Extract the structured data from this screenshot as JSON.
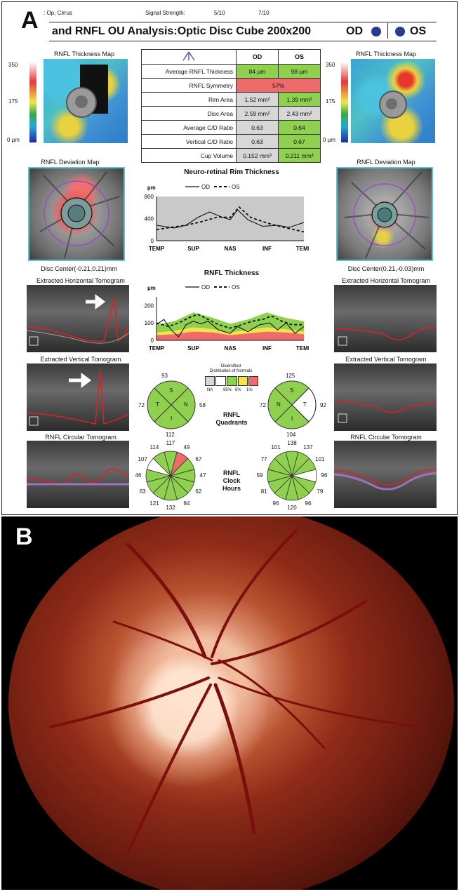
{
  "panel_a": {
    "letter": "A",
    "header": {
      "operator": ":  Op, Cirrus",
      "signal_label": "Signal Strength:",
      "signal_od": "5/10",
      "signal_os": "7/10",
      "title": "and RNFL OU Analysis:Optic Disc Cube 200x200",
      "od": "OD",
      "os": "OS"
    },
    "thickness_map": {
      "label": "RNFL Thickness Map",
      "scale_top": "350",
      "scale_mid": "175",
      "scale_bot": "0 µm"
    },
    "table": {
      "col_od": "OD",
      "col_os": "OS",
      "rows": [
        {
          "label": "Average RNFL Thickness",
          "od": "84 µm",
          "os": "98 µm"
        },
        {
          "label": "RNFL Symmetry",
          "both": "57%"
        },
        {
          "label": "Rim Area",
          "od": "1.52 mm²",
          "os": "1.39 mm²"
        },
        {
          "label": "Disc Area",
          "od": "2.59 mm²",
          "os": "2.43 mm²"
        },
        {
          "label": "Average C/D Ratio",
          "od": "0.63",
          "os": "0.64"
        },
        {
          "label": "Vertical C/D Ratio",
          "od": "0.63",
          "os": "0.67"
        },
        {
          "label": "Cup Volume",
          "od": "0.152 mm³",
          "os": "0.211 mm³"
        }
      ]
    },
    "deviation_map": {
      "label": "RNFL Deviation Map",
      "od_center": "Disc Center(-0.21,0.21)mm",
      "os_center": "Disc Center(0.21,-0.03)mm"
    },
    "rim_chart": {
      "title": "Neuro-retinal Rim Thickness",
      "unit": "µm",
      "legend_od": "OD",
      "legend_os": "OS",
      "yticks": [
        "800",
        "400",
        "0"
      ],
      "xticks": [
        "TEMP",
        "SUP",
        "NAS",
        "INF",
        "TEMP"
      ]
    },
    "rnfl_chart": {
      "title": "RNFL Thickness",
      "unit": "µm",
      "legend_od": "OD",
      "legend_os": "OS",
      "yticks": [
        "200",
        "100",
        "0"
      ],
      "xticks": [
        "TEMP",
        "SUP",
        "NAS",
        "INF",
        "TEMP"
      ]
    },
    "tomograms": {
      "horizontal": "Extracted Horizontal Tomogram",
      "vertical": "Extracted Vertical Tomogram",
      "circular": "RNFL Circular Tomogram"
    },
    "quadrants": {
      "label_line1": "RNFL",
      "label_line2": "Quadrants",
      "od": {
        "top": "93",
        "left": "72",
        "right": "58",
        "bottom": "112",
        "S": "S",
        "T": "T",
        "N": "N",
        "I": "I"
      },
      "os": {
        "top": "125",
        "left": "72",
        "right": "92",
        "bottom": "104",
        "S": "S",
        "N": "N",
        "T": "T",
        "I": "I"
      }
    },
    "normals_legend": {
      "title_line1": "Diversified",
      "title_line2": "Distribution of Normals",
      "labels": [
        "NA",
        "95%",
        "5%",
        "1%"
      ]
    },
    "clock_hours": {
      "label_line1": "RNFL",
      "label_line2": "Clock",
      "label_line3": "Hours",
      "od": [
        "117",
        "49",
        "67",
        "47",
        "62",
        "84",
        "132",
        "121",
        "63",
        "46",
        "107",
        "114"
      ],
      "os": [
        "138",
        "137",
        "101",
        "96",
        "79",
        "96",
        "120",
        "96",
        "81",
        "59",
        "77",
        "101"
      ]
    }
  },
  "panel_b": {
    "letter": "B"
  },
  "colors": {
    "green": "#8fd14f",
    "red": "#ef6a6a",
    "yellow": "#f2e34a",
    "gray": "#d7d7d7",
    "od_dot": "#2a3a8f"
  }
}
